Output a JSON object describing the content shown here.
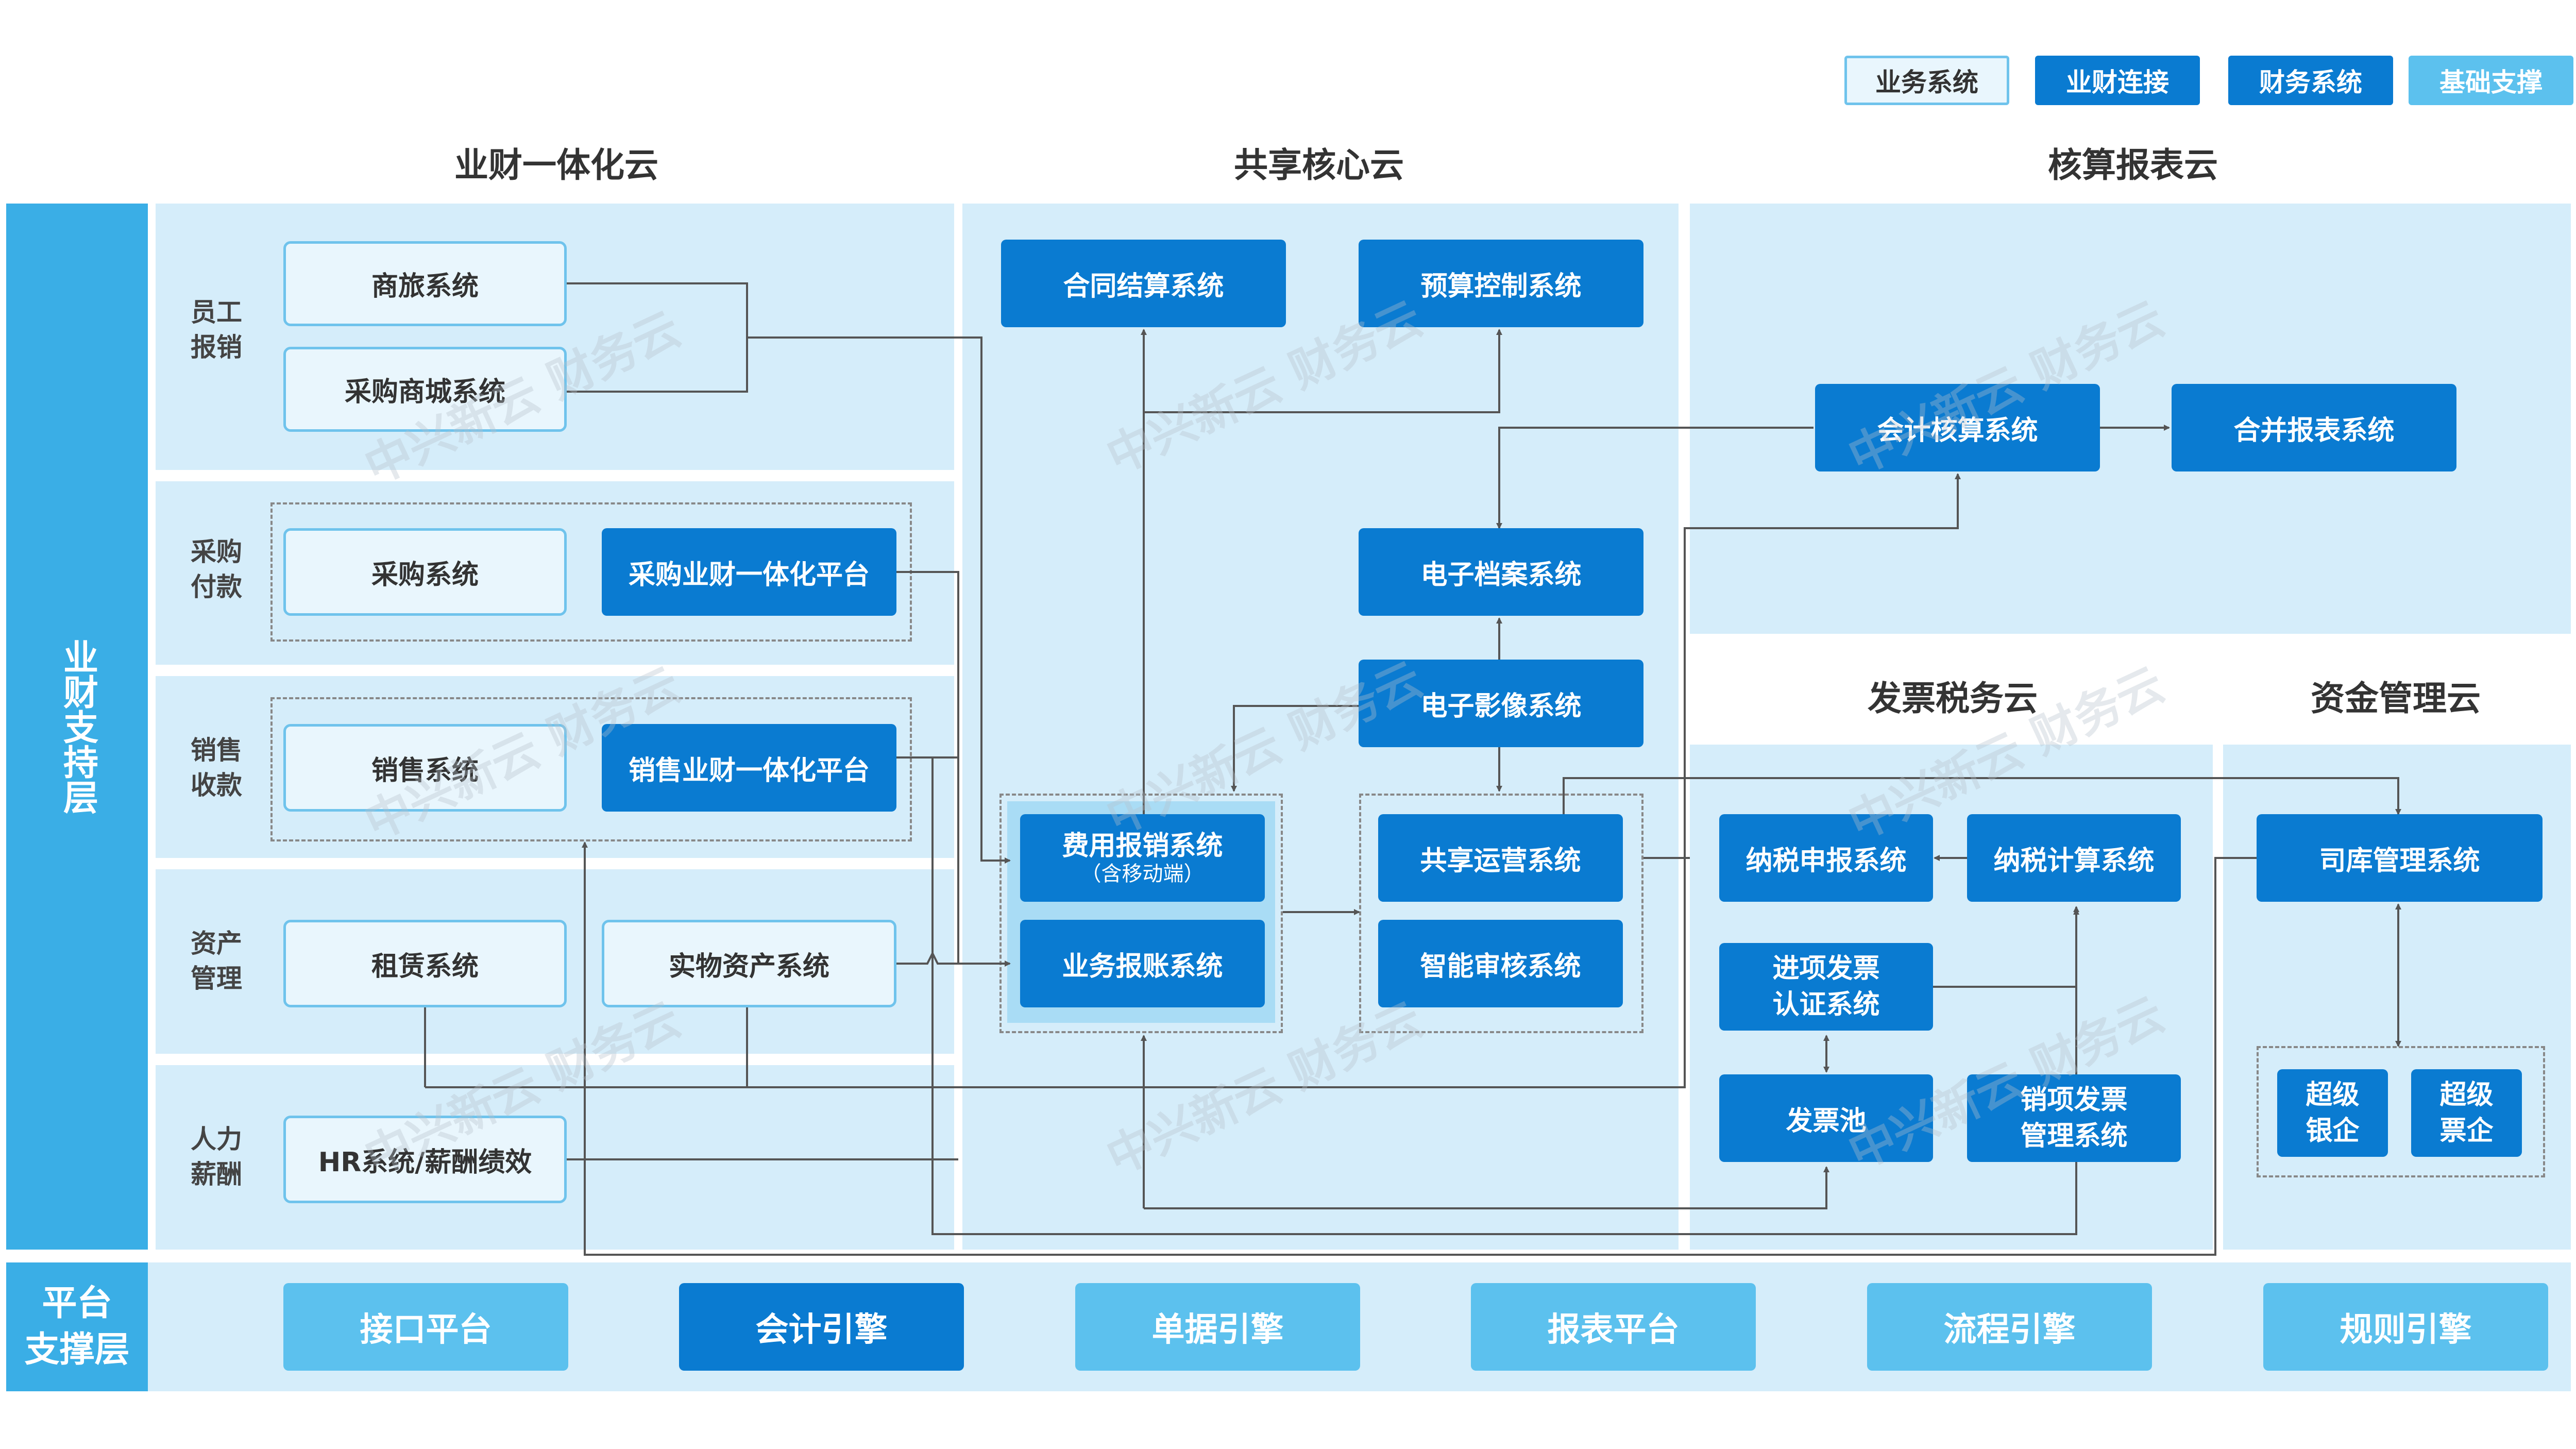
{
  "legend": {
    "business": "业务系统",
    "connect": "业财连接",
    "finance": "财务系统",
    "base": "基础支撑"
  },
  "colors": {
    "dark": "#0a7bd1",
    "light": "#e9f6fd",
    "base": "#5cc1ee",
    "panel": "#d5edfa",
    "line": "#555555"
  },
  "clouds": {
    "yecai": "业财一体化云",
    "share": "共享核心云",
    "hesuan": "核算报表云",
    "invoice": "发票税务云",
    "fund": "资金管理云"
  },
  "layers": {
    "support": "业财支持层",
    "platform_1": "平台",
    "platform_2": "支撑层"
  },
  "rows": {
    "emp_1": "员工",
    "emp_2": "报销",
    "pur_1": "采购",
    "pur_2": "付款",
    "sale_1": "销售",
    "sale_2": "收款",
    "asset_1": "资产",
    "asset_2": "管理",
    "hr_1": "人力",
    "hr_2": "薪酬"
  },
  "systems": {
    "shanglv": "商旅系统",
    "caigoushangcheng": "采购商城系统",
    "caigou": "采购系统",
    "caigou_platform": "采购业财一体化平台",
    "xiaoshou": "销售系统",
    "xiaoshou_platform": "销售业财一体化平台",
    "zulin": "租赁系统",
    "shiwu": "实物资产系统",
    "hr": "HR系统/薪酬绩效",
    "hetong": "合同结算系统",
    "yusuan": "预算控制系统",
    "dianzidangan": "电子档案系统",
    "dianziyingxiang": "电子影像系统",
    "feiyong": "费用报销系统",
    "feiyong_sub": "（含移动端）",
    "yewubaozhang": "业务报账系统",
    "gongxiang": "共享运营系统",
    "zhineng": "智能审核系统",
    "kuaiji": "会计核算系统",
    "hebing": "合并报表系统",
    "nashuishenbao": "纳税申报系统",
    "nashuijisuan": "纳税计算系统",
    "jinxiang_1": "进项发票",
    "jinxiang_2": "认证系统",
    "fapiaochi": "发票池",
    "xiaoxiang_1": "销项发票",
    "xiaoxiang_2": "管理系统",
    "siku": "司库管理系统",
    "yinqi_1": "超级",
    "yinqi_2": "银企",
    "piaoqi_1": "超级",
    "piaoqi_2": "票企"
  },
  "platform": {
    "jiekou": "接口平台",
    "kuaijiyinqing": "会计引擎",
    "danju": "单据引擎",
    "baobiao": "报表平台",
    "liucheng": "流程引擎",
    "guize": "规则引擎"
  },
  "watermark": {
    "text": "中兴新云 财务云"
  }
}
